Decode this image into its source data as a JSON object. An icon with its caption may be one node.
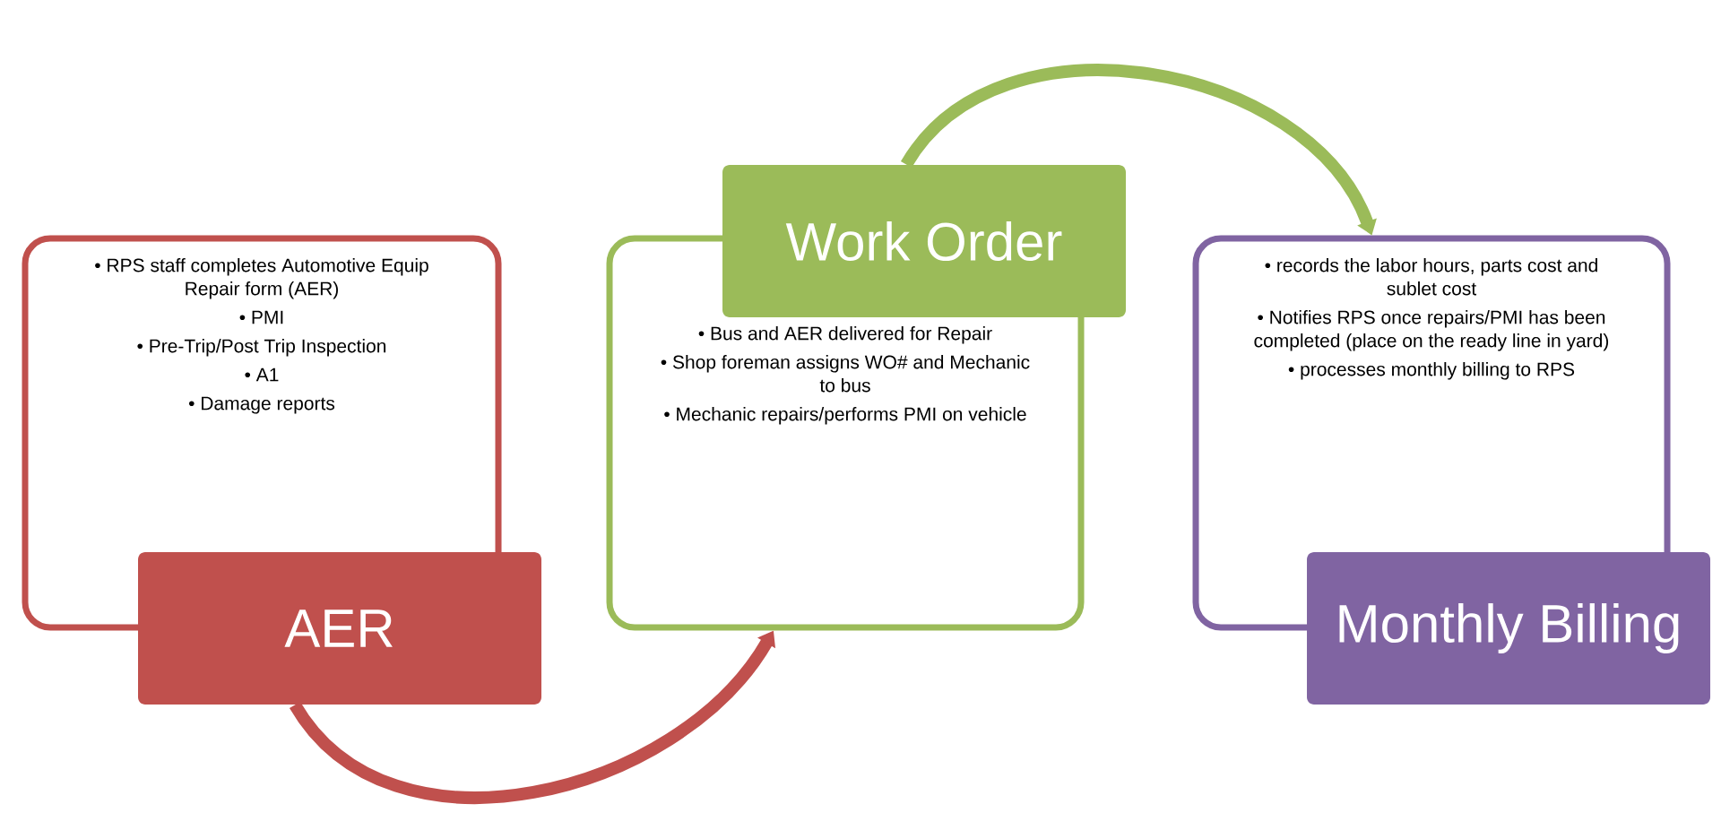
{
  "diagram": {
    "nodes": [
      {
        "text": [
          "• RPS staff completes Automotive Equip Repair form  (AER)",
          "• PMI",
          "• Pre-Trip/Post Trip Inspection",
          "• A1",
          "• Damage reports"
        ]
      },
      {
        "text": [
          "AER"
        ]
      },
      {
        "text": [
          "• Bus and AER delivered for Repair",
          "• Shop foreman assigns WO# and Mechanic to bus",
          "• Mechanic repairs/performs PMI on vehicle"
        ]
      },
      {
        "text": [
          "Work Order"
        ]
      },
      {
        "text": [
          "• records the labor hours, parts cost and sublet cost",
          "• Notifies RPS once repairs/PMI has been completed (place on the ready line in yard)",
          "• processes monthly billing to RPS"
        ]
      },
      {
        "text": [
          "Monthly Billing"
        ]
      }
    ],
    "edges": [
      {
        "from": 1,
        "to": 2,
        "arrow": "to",
        "color": "#c0504d"
      },
      {
        "from": 3,
        "to": 4,
        "arrow": "to",
        "color": "#9bbb59"
      }
    ]
  }
}
